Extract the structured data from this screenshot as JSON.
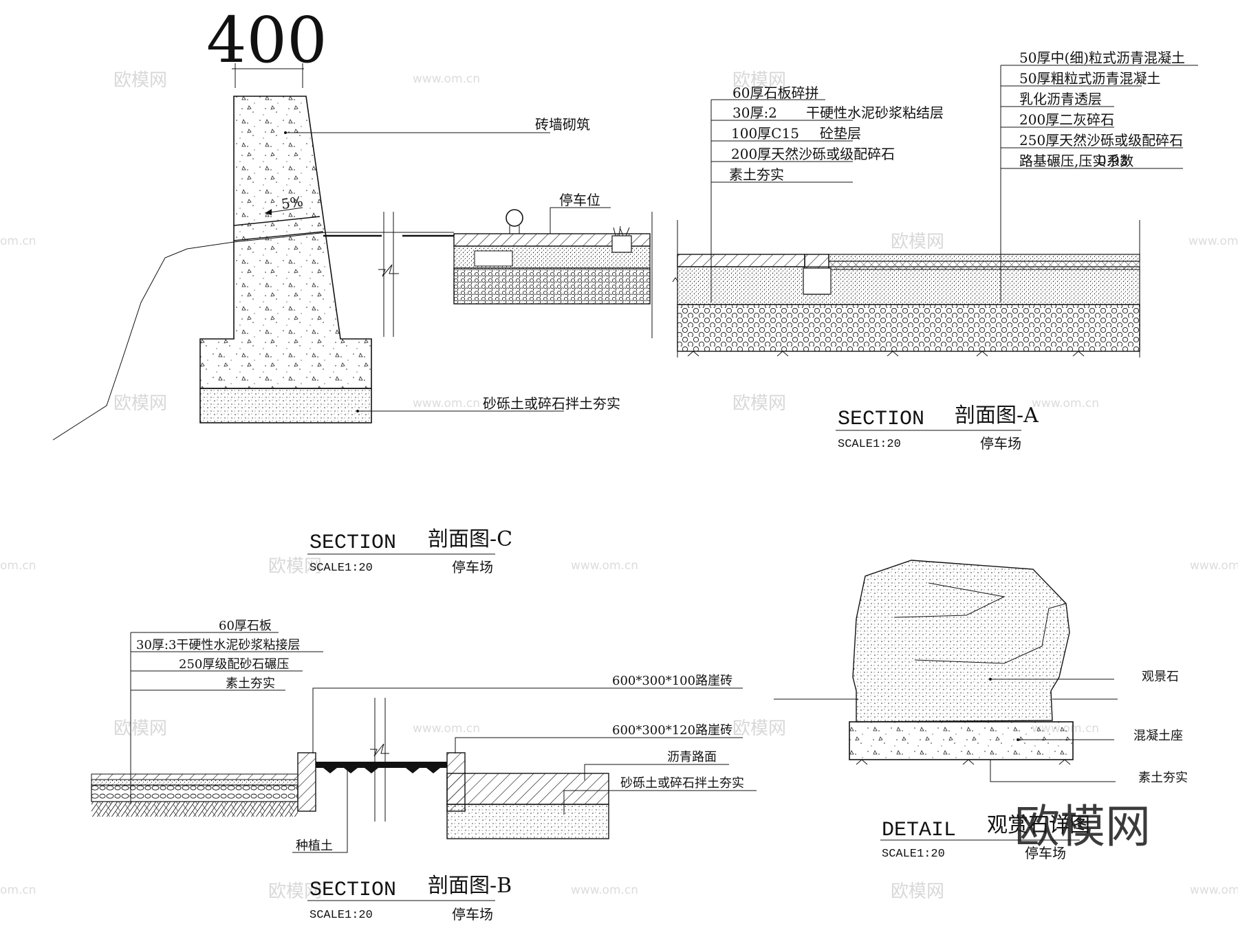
{
  "watermarks": {
    "brand": "欧模网",
    "url": "www.om.cn",
    "url_short": "om.cn",
    "big_brand": "欧模网"
  },
  "section_c": {
    "dimension": "400",
    "slope": "5%",
    "labels": {
      "brick_wall": "砖墙砌筑",
      "parking_space": "停车位",
      "gravel_fill": "砂砾土或碎石拌土夯实"
    },
    "title_en": "SECTION",
    "title_cn": "剖面图-C",
    "scale": "SCALE1:20",
    "subtitle": "停车场"
  },
  "section_a": {
    "left_layers": [
      "60厚石板碎拼",
      "30厚:2",
      "干硬性水泥砂浆粘结层",
      "100厚C15",
      "砼垫层",
      "200厚天然沙砾或级配碎石",
      "素土夯实"
    ],
    "right_layers": [
      "50厚中(细)粒式沥青混凝土",
      "50厚粗粒式沥青混凝土",
      "乳化沥青透层",
      "200厚二灰碎石",
      "250厚天然沙砾或级配碎石",
      "路基碾压,压实系数",
      "0.93"
    ],
    "title_en": "SECTION",
    "title_cn": "剖面图-A",
    "scale": "SCALE1:20",
    "subtitle": "停车场"
  },
  "section_b": {
    "left_layers": [
      "60厚石板",
      "30厚:3干硬性水泥砂浆粘接层",
      "250厚级配砂石碾压",
      "素土夯实"
    ],
    "labels": {
      "curb_100": "600*300*100路崖砖",
      "curb_120": "600*300*120路崖砖",
      "asphalt": "沥青路面",
      "gravel_fill": "砂砾土或碎石拌土夯实",
      "planting_soil": "种植土"
    },
    "title_en": "SECTION",
    "title_cn": "剖面图-B",
    "scale": "SCALE1:20",
    "subtitle": "停车场"
  },
  "detail": {
    "labels": {
      "rock": "观景石",
      "base": "混凝土座",
      "soil": "素土夯实"
    },
    "title_en": "DETAIL",
    "title_cn": "观赏石详图",
    "scale": "SCALE1:20",
    "subtitle": "停车场"
  }
}
